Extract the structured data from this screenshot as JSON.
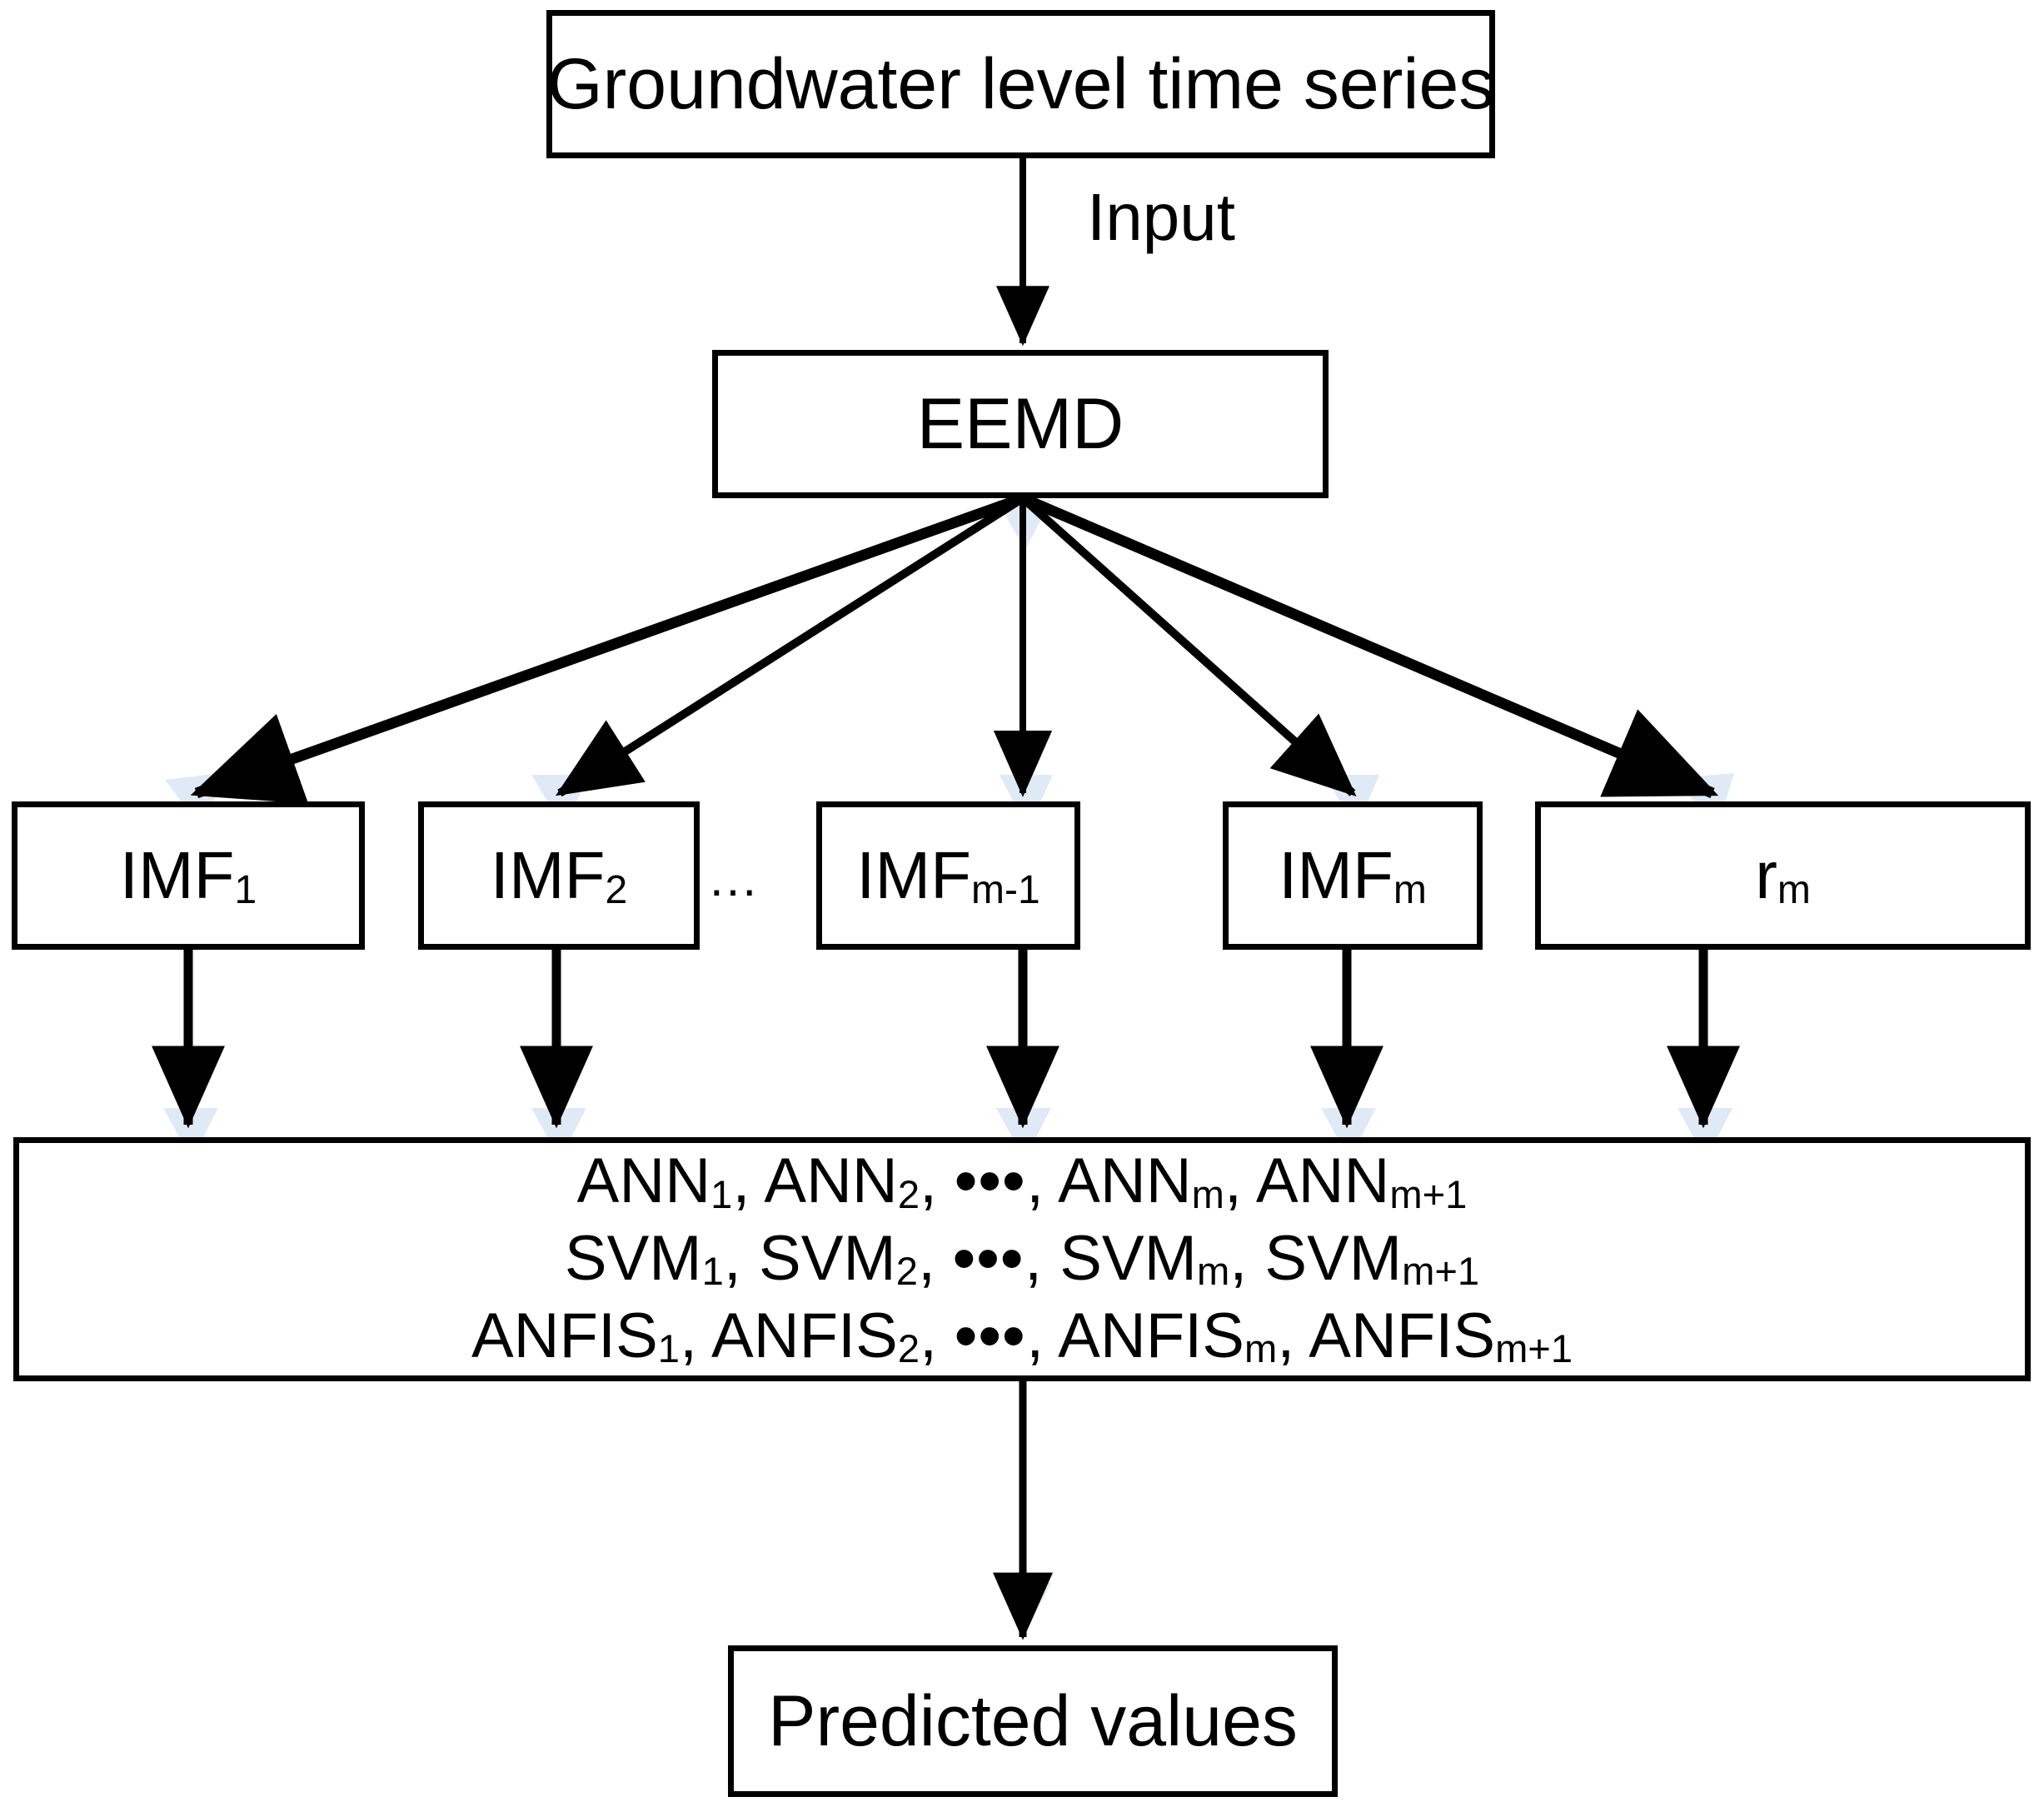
{
  "diagram": {
    "title_node": {
      "label": "Groundwater level time series"
    },
    "edge_input_label": "Input",
    "decomposition_node": {
      "label": "EEMD"
    },
    "components": [
      {
        "base": "IMF",
        "sub": "1"
      },
      {
        "base": "IMF",
        "sub": "2"
      },
      {
        "base": "IMF",
        "sub": "m-1"
      },
      {
        "base": "IMF",
        "sub": "m"
      },
      {
        "base": "r",
        "sub": "m"
      }
    ],
    "component_ellipsis": "...",
    "models_box": {
      "rows": [
        {
          "name": "ANN",
          "s1": "1",
          "s2": "2",
          "dots": "•••",
          "sm": "m",
          "sm1": "m+1"
        },
        {
          "name": "SVM",
          "s1": "1",
          "s2": "2",
          "dots": "•••",
          "sm": "m",
          "sm1": "m+1"
        },
        {
          "name": "ANFIS",
          "s1": "1",
          "s2": "2",
          "dots": "•••",
          "sm": "m",
          "sm1": "m+1"
        }
      ]
    },
    "output_node": {
      "label": "Predicted values"
    },
    "colors": {
      "stroke": "#000000",
      "fill": "#ffffff",
      "shadow": "#dde8f3"
    }
  }
}
